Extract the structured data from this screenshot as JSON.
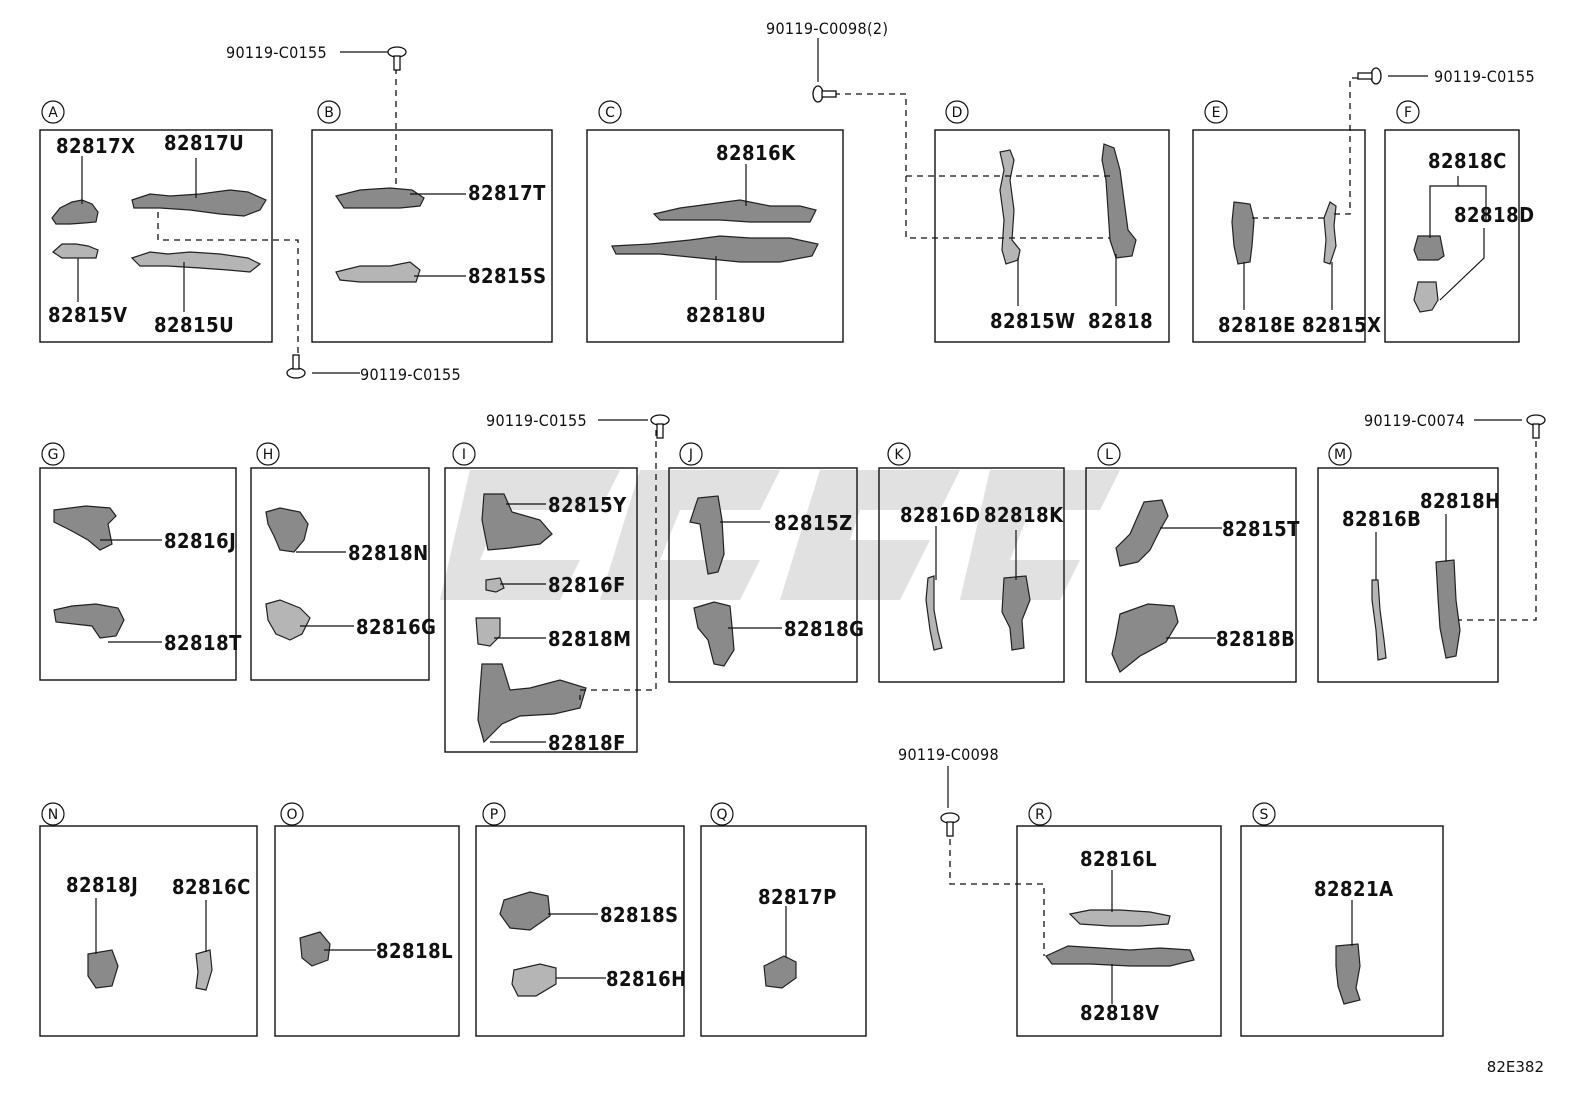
{
  "diagram_code": "82E382",
  "bolts": {
    "b1": "90119-C0155",
    "b2": "90119-C0098(2)",
    "b3": "90119-C0155",
    "b4": "90119-C0155",
    "b5": "90119-C0155",
    "b6": "90119-C0074",
    "b7": "90119-C0098"
  },
  "groups": [
    {
      "letter": "A",
      "parts": [
        "82817X",
        "82817U",
        "82815V",
        "82815U"
      ]
    },
    {
      "letter": "B",
      "parts": [
        "82817T",
        "82815S"
      ]
    },
    {
      "letter": "C",
      "parts": [
        "82816K",
        "82818U"
      ]
    },
    {
      "letter": "D",
      "parts": [
        "82815W",
        "82818"
      ]
    },
    {
      "letter": "E",
      "parts": [
        "82818E",
        "82815X"
      ]
    },
    {
      "letter": "F",
      "parts": [
        "82818C",
        "82818D"
      ]
    },
    {
      "letter": "G",
      "parts": [
        "82816J",
        "82818T"
      ]
    },
    {
      "letter": "H",
      "parts": [
        "82818N",
        "82816G"
      ]
    },
    {
      "letter": "I",
      "parts": [
        "82815Y",
        "82816F",
        "82818M",
        "82818F"
      ]
    },
    {
      "letter": "J",
      "parts": [
        "82815Z",
        "82818G"
      ]
    },
    {
      "letter": "K",
      "parts": [
        "82816D",
        "82818K"
      ]
    },
    {
      "letter": "L",
      "parts": [
        "82815T",
        "82818B"
      ]
    },
    {
      "letter": "M",
      "parts": [
        "82816B",
        "82818H"
      ]
    },
    {
      "letter": "N",
      "parts": [
        "82818J",
        "82816C"
      ]
    },
    {
      "letter": "O",
      "parts": [
        "82818L"
      ]
    },
    {
      "letter": "P",
      "parts": [
        "82818S",
        "82816H"
      ]
    },
    {
      "letter": "Q",
      "parts": [
        "82817P"
      ]
    },
    {
      "letter": "R",
      "parts": [
        "82816L",
        "82818V"
      ]
    },
    {
      "letter": "S",
      "parts": [
        "82821A"
      ]
    }
  ]
}
